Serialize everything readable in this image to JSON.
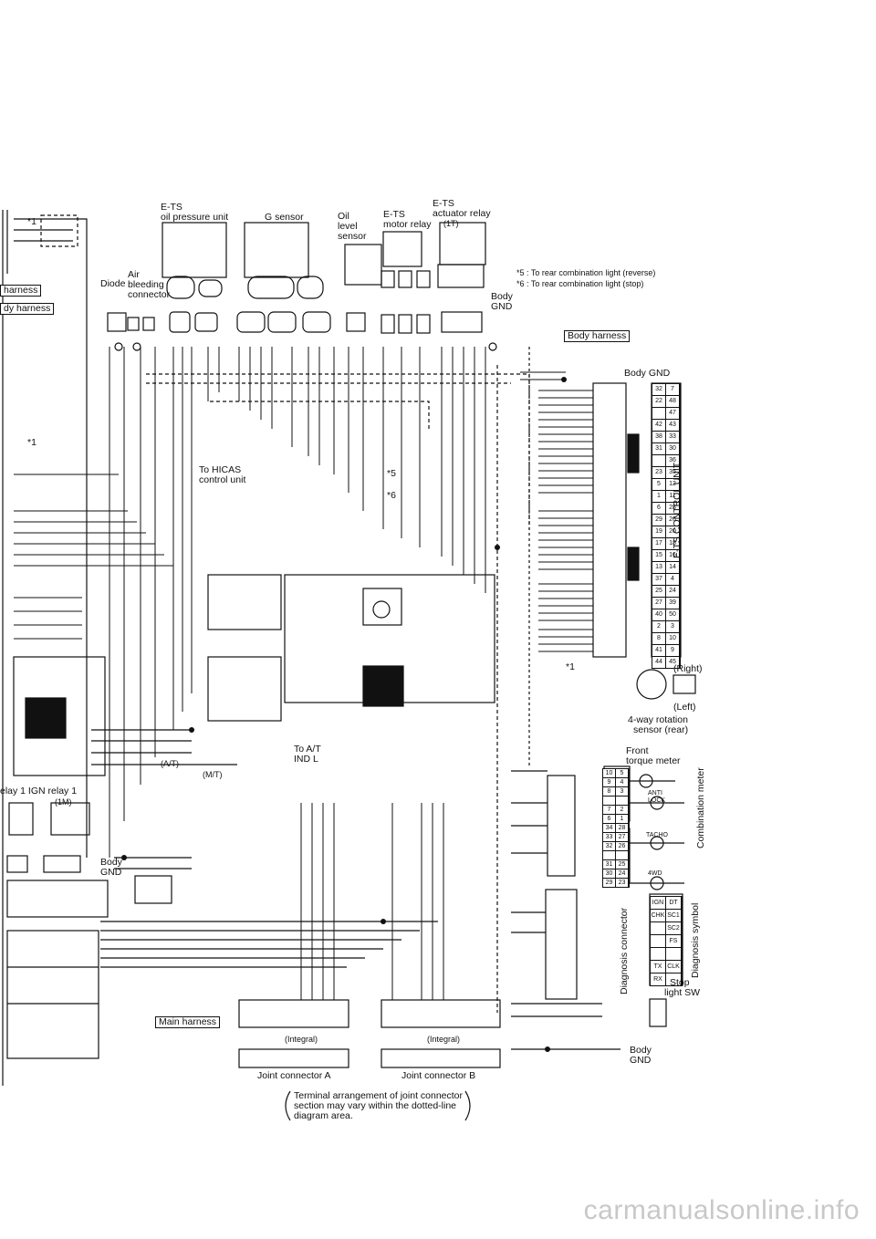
{
  "labels": {
    "ets_oil_pressure_unit": [
      "E-TS",
      "oil pressure unit"
    ],
    "g_sensor": "G sensor",
    "oil_level_sensor": [
      "Oil",
      "level",
      "sensor"
    ],
    "ets_motor_relay": [
      "E-TS",
      "motor relay"
    ],
    "ets_actuator_relay": [
      "E-TS",
      "actuator relay",
      "(1T)"
    ],
    "diode": "Diode",
    "air_bleeding_connector": [
      "Air",
      "bleeding",
      "connector"
    ],
    "harness_left_1": "harness",
    "harness_left_2": "dy harness",
    "body_gnd": [
      "Body",
      "GND"
    ],
    "note5": "*5 : To rear combination light (reverse)",
    "note6": "*6 : To rear combination light (stop)",
    "body_harness": "Body harness",
    "body_gnd_top": "Body GND",
    "to_hicas": [
      "To HICAS",
      "control unit"
    ],
    "star5": "*5",
    "star6": "*6",
    "ets_control_unit": "E-TS CONTROL UNIT",
    "right": "(Right)",
    "left": "(Left)",
    "four_way": [
      "4-way rotation",
      "sensor (rear)"
    ],
    "to_at_ind": [
      "To A/T",
      "IND L"
    ],
    "at": "(A/T)",
    "mt": "(M/T)",
    "relay_ign": "elay 1   IGN relay 1",
    "relay_ign_sub": "(1M)",
    "front_torque_meter": [
      "Front",
      "torque meter"
    ],
    "anti_lock": [
      "ANTI",
      "LOCK"
    ],
    "tacho": "TACHO",
    "four_wd": "4WD",
    "combination_meter": "Combination meter",
    "diagnosis_connector": "Diagnosis connector",
    "diagnosis_symbol": "Diagnosis symbol",
    "stop_light_sw": [
      "Stop",
      "light SW"
    ],
    "main_harness": "Main harness",
    "integral_a": "(Integral)",
    "integral_b": "(Integral)",
    "joint_a": "Joint connector A",
    "joint_b": "Joint connector B",
    "terminal_note": [
      "Terminal arrangement of joint connector",
      "section may vary within the dotted-line",
      "diagram area."
    ],
    "body_gnd_bottom": [
      "Body",
      "GND"
    ],
    "star1_left": "*1",
    "star1_mid": "*1",
    "star1_low": "*1"
  },
  "ets_pins": [
    [
      "32",
      "7"
    ],
    [
      "22",
      "48"
    ],
    [
      "",
      "47"
    ],
    [
      "42",
      "43"
    ],
    [
      "38",
      "33"
    ],
    [
      "31",
      "30"
    ],
    [
      "",
      "36"
    ],
    [
      "23",
      "35"
    ],
    [
      "5",
      "12"
    ],
    [
      "1",
      "11"
    ],
    [
      "6",
      "28"
    ],
    [
      "29",
      "26"
    ],
    [
      "19",
      "20"
    ],
    [
      "17",
      "18"
    ],
    [
      "15",
      "16"
    ],
    [
      "13",
      "14"
    ],
    [
      "37",
      "4"
    ],
    [
      "25",
      "24"
    ],
    [
      "27",
      "39"
    ],
    [
      "40",
      "50"
    ],
    [
      "2",
      "3"
    ],
    [
      "8",
      "10"
    ],
    [
      "41",
      "9"
    ],
    [
      "44",
      "45"
    ]
  ],
  "meter_pins": [
    [
      "10",
      "5"
    ],
    [
      "9",
      "4"
    ],
    [
      "8",
      "3"
    ],
    [
      "",
      ""
    ],
    [
      "7",
      "2"
    ],
    [
      "6",
      "1"
    ],
    [
      "34",
      "28"
    ],
    [
      "33",
      "27"
    ],
    [
      "32",
      "26"
    ],
    [
      "",
      ""
    ],
    [
      "31",
      "25"
    ],
    [
      "30",
      "24"
    ],
    [
      "29",
      "23"
    ]
  ],
  "diag_pins": [
    "IGN",
    "DT",
    "CHK",
    "SC1",
    "",
    "SC2",
    "",
    "FS",
    "",
    "",
    "TX",
    "CLK",
    "RX",
    ""
  ],
  "watermark": "carmanualsonline.info"
}
